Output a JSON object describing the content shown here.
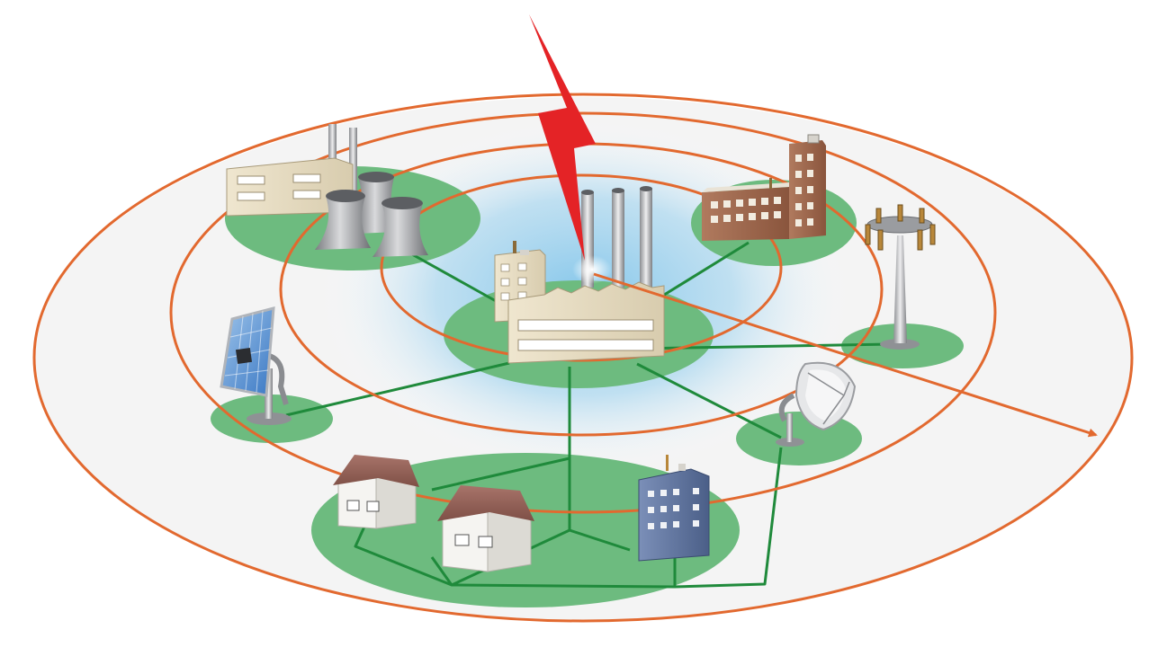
{
  "diagram": {
    "rings": 4,
    "colors": {
      "background": "#ffffff",
      "plane": "#f4f4f4",
      "ring": "#e2692f",
      "ground": "#6dbb7f",
      "link": "#1f8a3b",
      "glow": "#7fc4ea",
      "strike": "#e42326"
    },
    "nodes": [
      {
        "id": "central-plant",
        "icon": "power-plant-icon"
      },
      {
        "id": "nuclear-plant",
        "icon": "cooling-tower-icon"
      },
      {
        "id": "brick-office",
        "icon": "office-building-icon"
      },
      {
        "id": "cell-tower",
        "icon": "cell-tower-icon"
      },
      {
        "id": "solar-panel",
        "icon": "solar-panel-icon"
      },
      {
        "id": "satellite-dish",
        "icon": "satellite-dish-icon"
      },
      {
        "id": "house-left",
        "icon": "house-icon"
      },
      {
        "id": "house-right",
        "icon": "house-icon"
      },
      {
        "id": "apartment-block",
        "icon": "apartment-icon"
      }
    ]
  }
}
